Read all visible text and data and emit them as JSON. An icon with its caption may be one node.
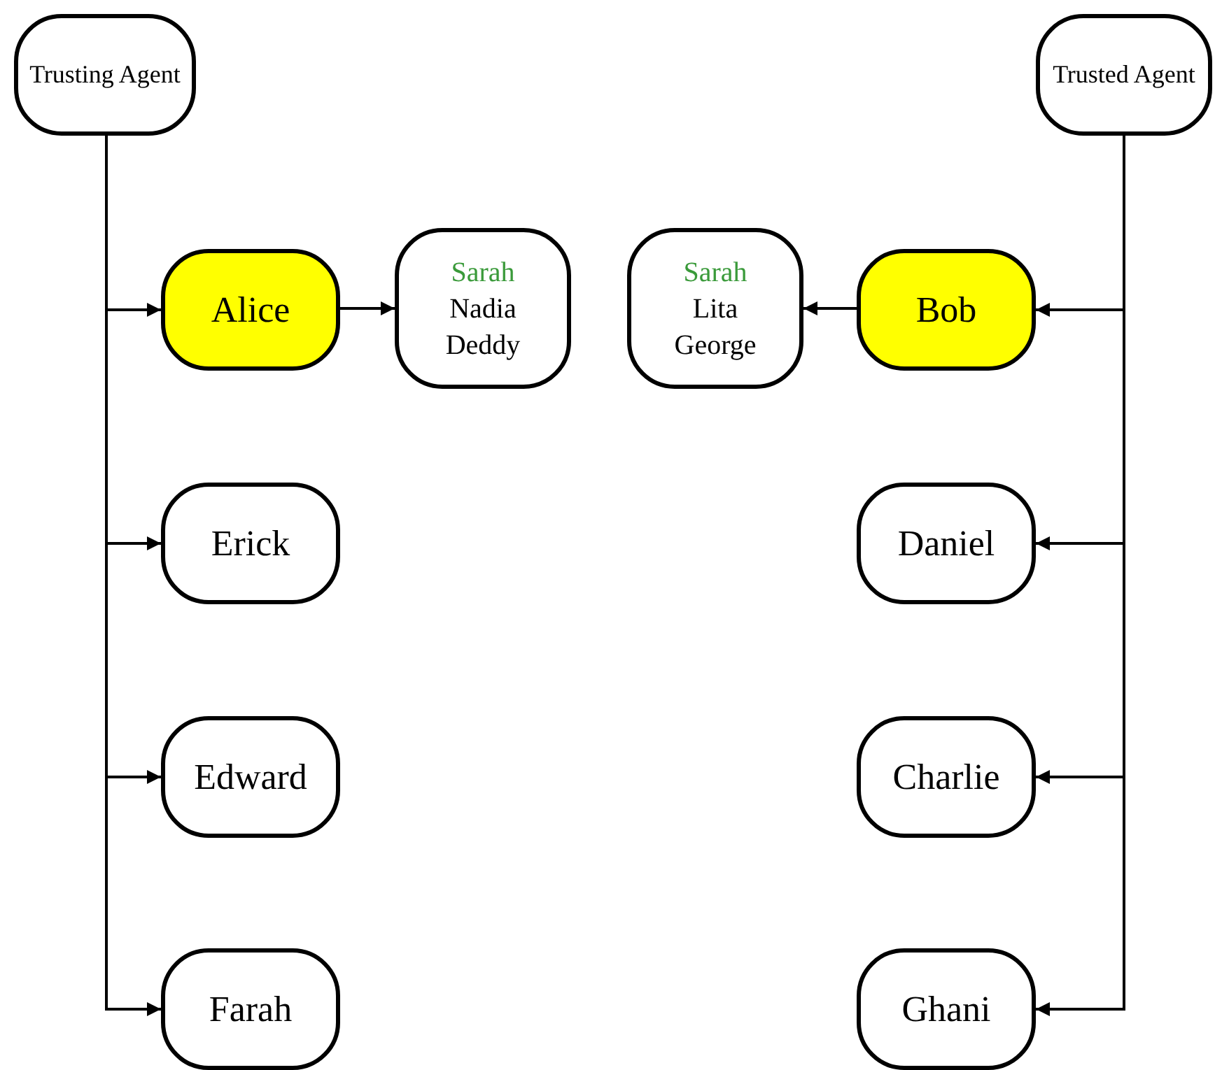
{
  "diagram": {
    "nodes": [
      {
        "text": [
          "Trusting Agent"
        ]
      },
      {
        "text": [
          "Alice"
        ]
      },
      {
        "text": [
          "Sarah",
          "Nadia",
          "Deddy"
        ]
      },
      {
        "text": [
          "Erick"
        ]
      },
      {
        "text": [
          "Edward"
        ]
      },
      {
        "text": [
          "Farah"
        ]
      },
      {
        "text": [
          "Trusted Agent"
        ]
      },
      {
        "text": [
          "Sarah",
          "Lita",
          "George"
        ]
      },
      {
        "text": [
          "Bob"
        ]
      },
      {
        "text": [
          "Daniel"
        ]
      },
      {
        "text": [
          "Charlie"
        ]
      },
      {
        "text": [
          "Ghani"
        ]
      }
    ],
    "edges": [
      {
        "from": 0,
        "to": 1,
        "arrow": "to"
      },
      {
        "from": 1,
        "to": 2,
        "arrow": "to"
      },
      {
        "from": 0,
        "to": 3,
        "arrow": "to"
      },
      {
        "from": 0,
        "to": 4,
        "arrow": "to"
      },
      {
        "from": 0,
        "to": 5,
        "arrow": "to"
      },
      {
        "from": 6,
        "to": 8,
        "arrow": "to"
      },
      {
        "from": 8,
        "to": 7,
        "arrow": "to"
      },
      {
        "from": 6,
        "to": 9,
        "arrow": "to"
      },
      {
        "from": 6,
        "to": 10,
        "arrow": "to"
      },
      {
        "from": 6,
        "to": 11,
        "arrow": "to"
      }
    ]
  }
}
